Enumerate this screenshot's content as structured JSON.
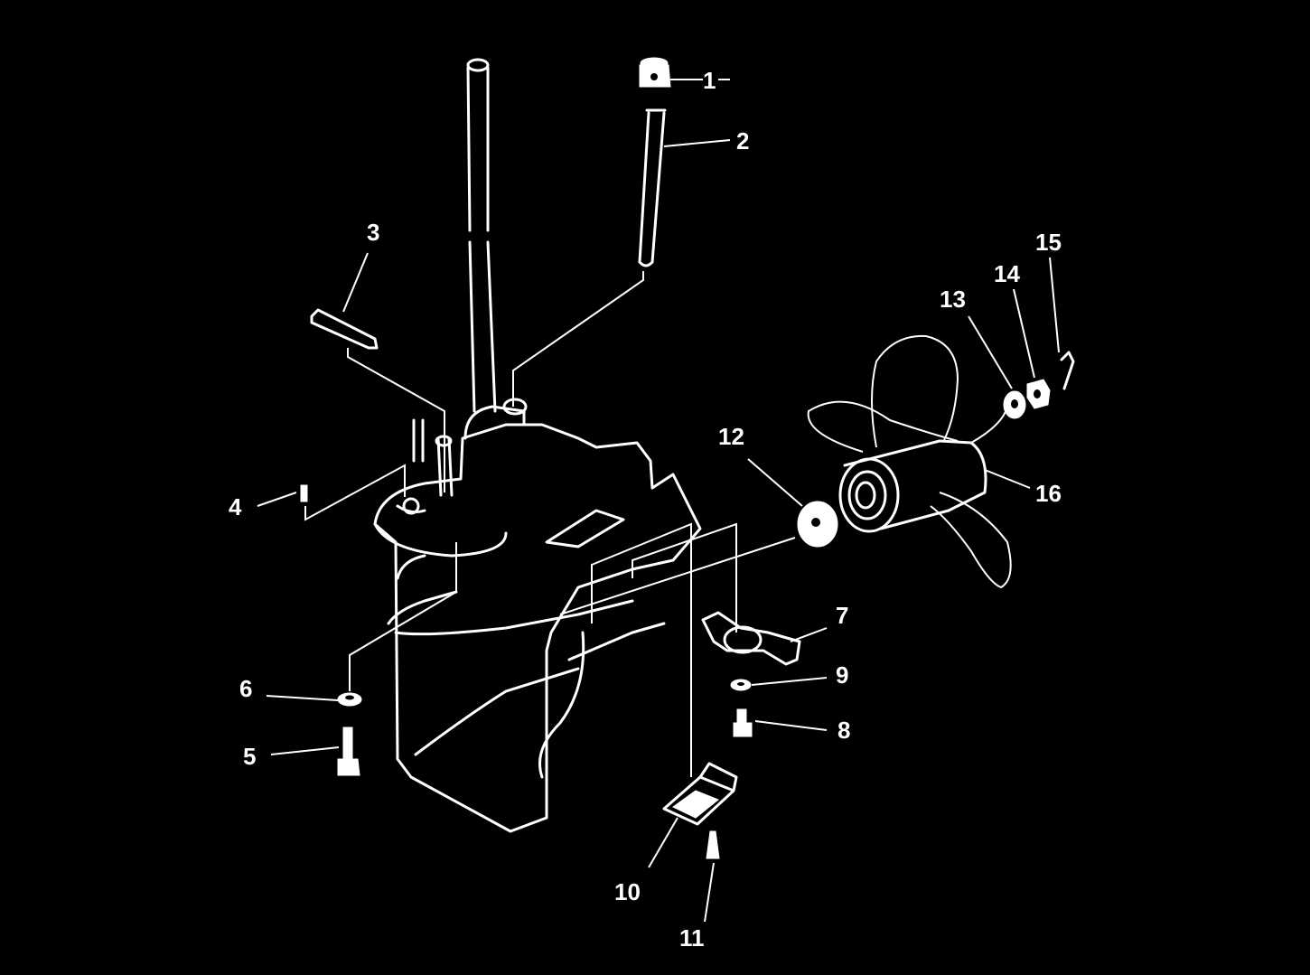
{
  "callouts": [
    {
      "id": "1",
      "text": "1"
    },
    {
      "id": "2",
      "text": "2"
    },
    {
      "id": "3",
      "text": "3"
    },
    {
      "id": "4",
      "text": "4"
    },
    {
      "id": "5",
      "text": "5"
    },
    {
      "id": "6",
      "text": "6"
    },
    {
      "id": "7",
      "text": "7"
    },
    {
      "id": "8",
      "text": "8"
    },
    {
      "id": "9",
      "text": "9"
    },
    {
      "id": "10",
      "text": "10"
    },
    {
      "id": "11",
      "text": "11"
    },
    {
      "id": "12",
      "text": "12"
    },
    {
      "id": "13",
      "text": "13"
    },
    {
      "id": "14",
      "text": "14"
    },
    {
      "id": "15",
      "text": "15"
    },
    {
      "id": "16",
      "text": "16"
    }
  ],
  "colors": {
    "background": "#000000",
    "line": "#ffffff"
  }
}
